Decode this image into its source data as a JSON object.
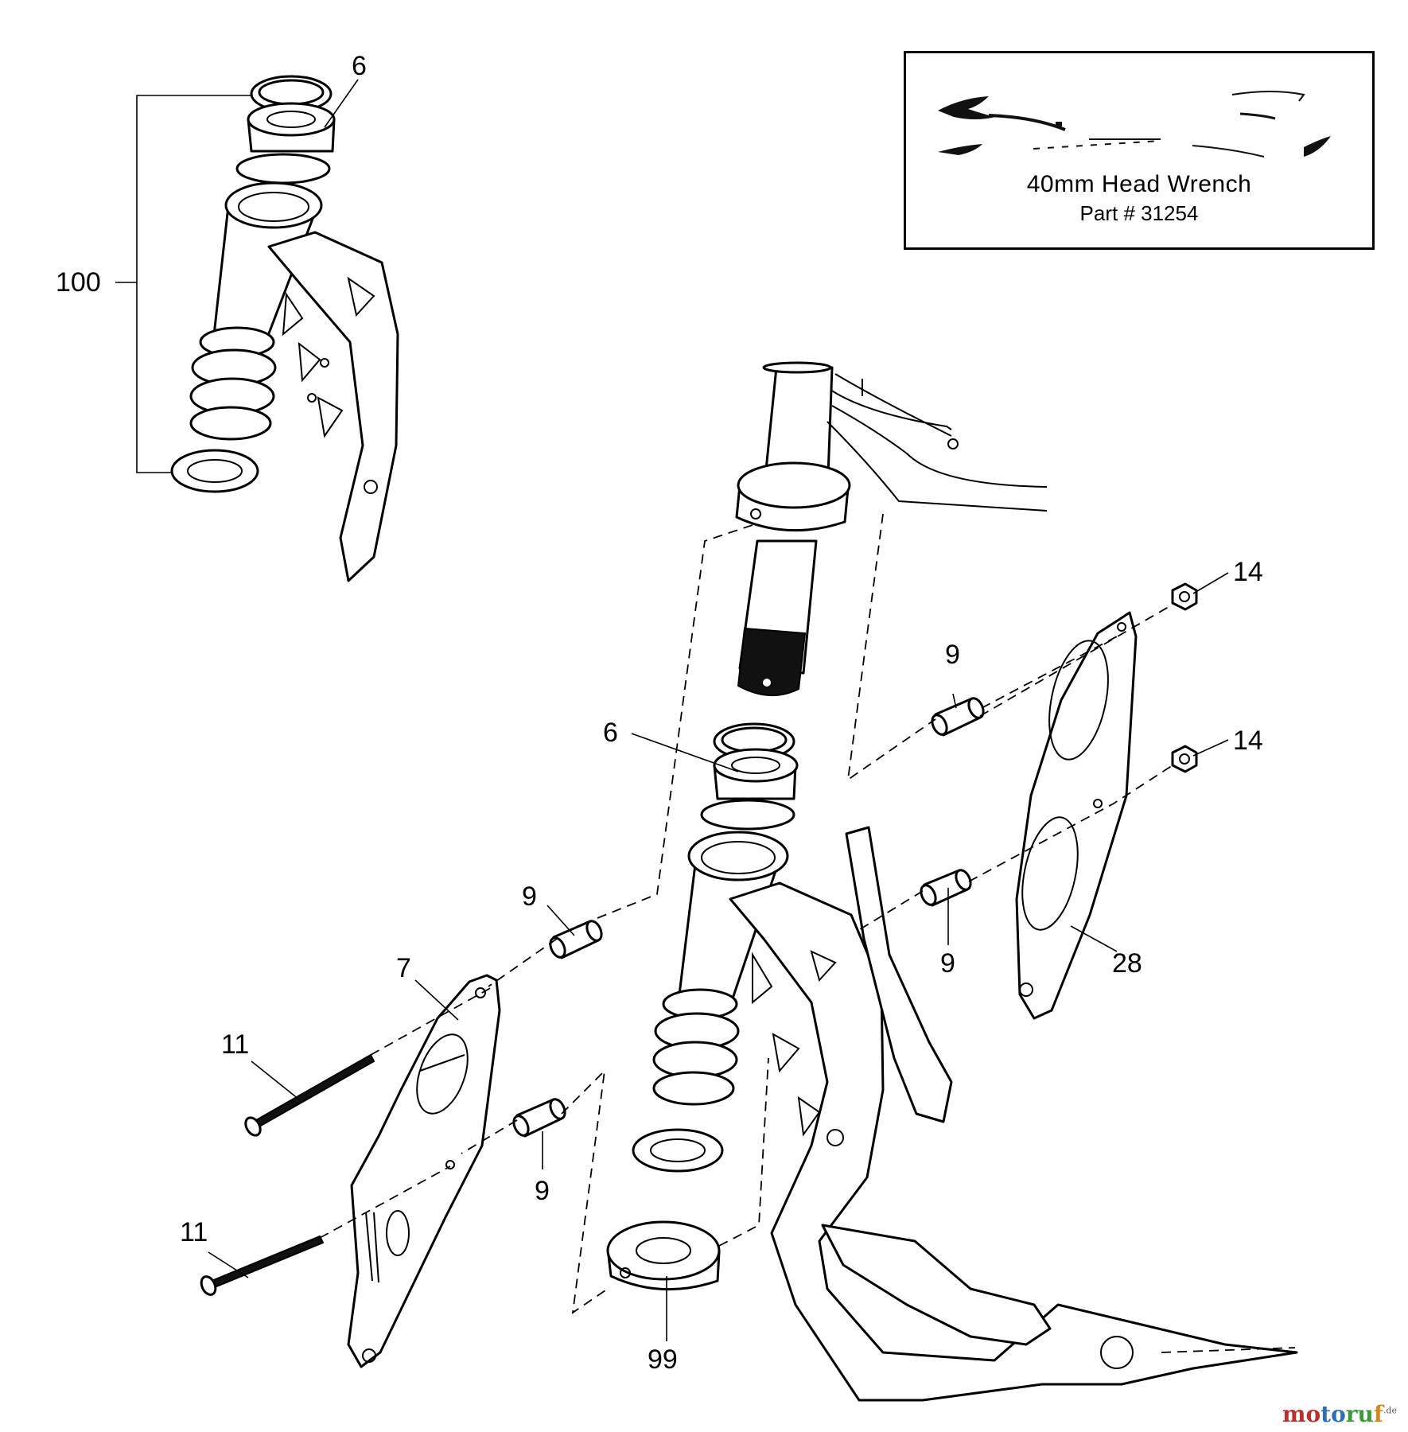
{
  "inset": {
    "title": "40mm Head Wrench",
    "part_number": "Part # 31254"
  },
  "callouts": {
    "c100": "100",
    "c6_top": "6",
    "c6_mid": "6",
    "c14_a": "14",
    "c14_b": "14",
    "c9_a": "9",
    "c9_b": "9",
    "c9_c": "9",
    "c9_d": "9",
    "c7": "7",
    "c28": "28",
    "c11_a": "11",
    "c11_b": "11",
    "c99": "99"
  },
  "watermark": {
    "p1": "mo",
    "p2": "to",
    "p3": "ru",
    "p4": "f",
    "suffix": ".de"
  }
}
